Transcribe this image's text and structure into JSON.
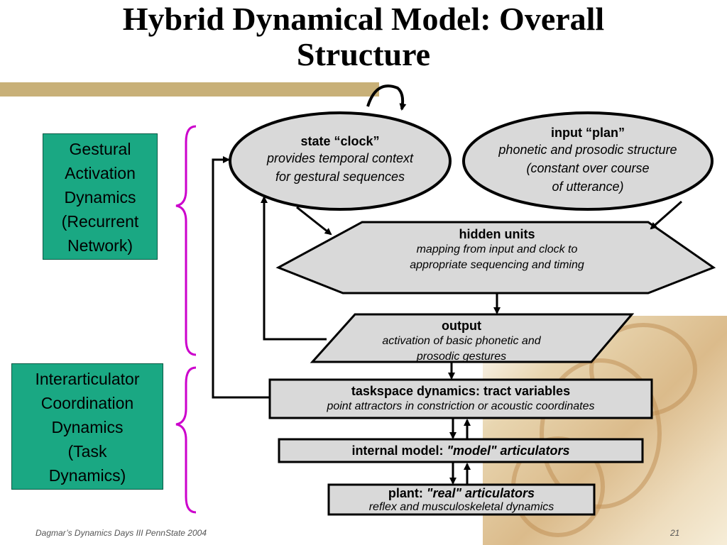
{
  "title": "Hybrid Dynamical Model: Overall Structure",
  "title_line1": "Hybrid Dynamical Model: Overall",
  "title_line2": "Structure",
  "side_boxes": {
    "gestural": [
      "Gestural",
      "Activation",
      "Dynamics",
      "(Recurrent",
      "Network)"
    ],
    "interarticulator": [
      "Interarticulator",
      "Coordination",
      "Dynamics",
      "(Task",
      "Dynamics)"
    ]
  },
  "nodes": {
    "state_clock": {
      "title": "state “clock”",
      "lines": [
        "provides temporal context",
        "for gestural sequences"
      ]
    },
    "input_plan": {
      "title": "input “plan”",
      "lines": [
        "phonetic and prosodic structure",
        "(constant over course",
        "of utterance)"
      ]
    },
    "hidden_units": {
      "title": "hidden units",
      "lines": [
        "mapping from input and clock to",
        "appropriate sequencing and timing"
      ]
    },
    "output": {
      "title": "output",
      "lines": [
        "activation of basic phonetic and",
        "prosodic gestures"
      ]
    },
    "taskspace": {
      "title": "taskspace dynamics: tract variables",
      "lines": [
        "point attractors in constriction or acoustic coordinates"
      ]
    },
    "internal_model": {
      "title_plain": "internal model: ",
      "title_italic": "\"model\" articulators"
    },
    "plant": {
      "title_plain": "plant: ",
      "title_italic": "\"real\" articulators",
      "lines": [
        "reflex and musculoskeletal dynamics"
      ]
    }
  },
  "footer": {
    "left": "Dagmar’s Dynamics Days III PennState 2004",
    "right": "21"
  },
  "colors": {
    "accent_bar": "#c8b078",
    "side_box": "#1aa883",
    "node_fill": "#d9d9d9",
    "brace": "#cc00cc"
  }
}
